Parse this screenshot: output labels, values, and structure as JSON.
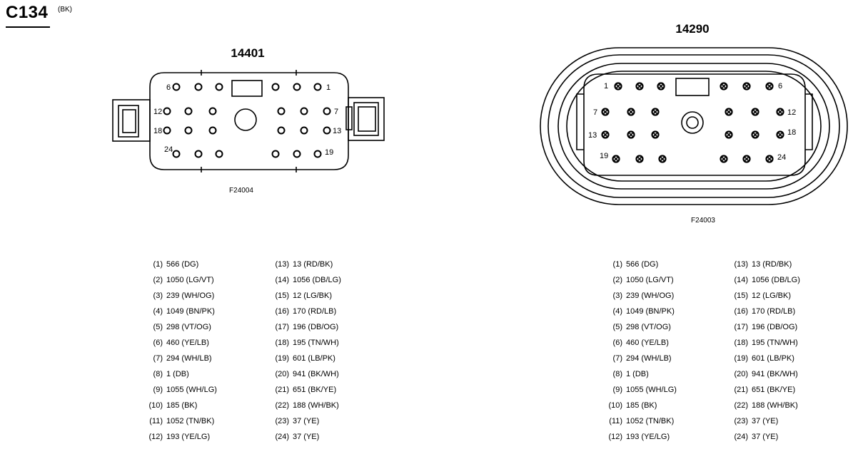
{
  "title": "C134",
  "color_code": "(BK)",
  "left_connector": {
    "part_number": "14401",
    "figure_id": "F24004",
    "pin_labels": [
      "6",
      "1",
      "12",
      "7",
      "18",
      "13",
      "24",
      "19"
    ],
    "wires": [
      [
        "(1)",
        "566 (DG)"
      ],
      [
        "(2)",
        "1050 (LG/VT)"
      ],
      [
        "(3)",
        "239 (WH/OG)"
      ],
      [
        "(4)",
        "1049 (BN/PK)"
      ],
      [
        "(5)",
        "298 (VT/OG)"
      ],
      [
        "(6)",
        "460 (YE/LB)"
      ],
      [
        "(7)",
        "294 (WH/LB)"
      ],
      [
        "(8)",
        "1 (DB)"
      ],
      [
        "(9)",
        "1055 (WH/LG)"
      ],
      [
        "(10)",
        "185 (BK)"
      ],
      [
        "(11)",
        "1052 (TN/BK)"
      ],
      [
        "(12)",
        "193 (YE/LG)"
      ],
      [
        "(13)",
        "13 (RD/BK)"
      ],
      [
        "(14)",
        "1056 (DB/LG)"
      ],
      [
        "(15)",
        "12 (LG/BK)"
      ],
      [
        "(16)",
        "170 (RD/LB)"
      ],
      [
        "(17)",
        "196 (DB/OG)"
      ],
      [
        "(18)",
        "195 (TN/WH)"
      ],
      [
        "(19)",
        "601 (LB/PK)"
      ],
      [
        "(20)",
        "941 (BK/WH)"
      ],
      [
        "(21)",
        "651 (BK/YE)"
      ],
      [
        "(22)",
        "188 (WH/BK)"
      ],
      [
        "(23)",
        "37 (YE)"
      ],
      [
        "(24)",
        "37 (YE)"
      ]
    ]
  },
  "right_connector": {
    "part_number": "14290",
    "figure_id": "F24003",
    "pin_labels": [
      "1",
      "6",
      "7",
      "12",
      "13",
      "18",
      "19",
      "24"
    ],
    "wires": [
      [
        "(1)",
        "566 (DG)"
      ],
      [
        "(2)",
        "1050 (LG/VT)"
      ],
      [
        "(3)",
        "239 (WH/OG)"
      ],
      [
        "(4)",
        "1049 (BN/PK)"
      ],
      [
        "(5)",
        "298 (VT/OG)"
      ],
      [
        "(6)",
        "460 (YE/LB)"
      ],
      [
        "(7)",
        "294 (WH/LB)"
      ],
      [
        "(8)",
        "1 (DB)"
      ],
      [
        "(9)",
        "1055 (WH/LG)"
      ],
      [
        "(10)",
        "185 (BK)"
      ],
      [
        "(11)",
        "1052 (TN/BK)"
      ],
      [
        "(12)",
        "193 (YE/LG)"
      ],
      [
        "(13)",
        "13 (RD/BK)"
      ],
      [
        "(14)",
        "1056 (DB/LG)"
      ],
      [
        "(15)",
        "12 (LG/BK)"
      ],
      [
        "(16)",
        "170 (RD/LB)"
      ],
      [
        "(17)",
        "196 (DB/OG)"
      ],
      [
        "(18)",
        "195 (TN/WH)"
      ],
      [
        "(19)",
        "601 (LB/PK)"
      ],
      [
        "(20)",
        "941 (BK/WH)"
      ],
      [
        "(21)",
        "651 (BK/YE)"
      ],
      [
        "(22)",
        "188 (WH/BK)"
      ],
      [
        "(23)",
        "37 (YE)"
      ],
      [
        "(24)",
        "37 (YE)"
      ]
    ]
  }
}
